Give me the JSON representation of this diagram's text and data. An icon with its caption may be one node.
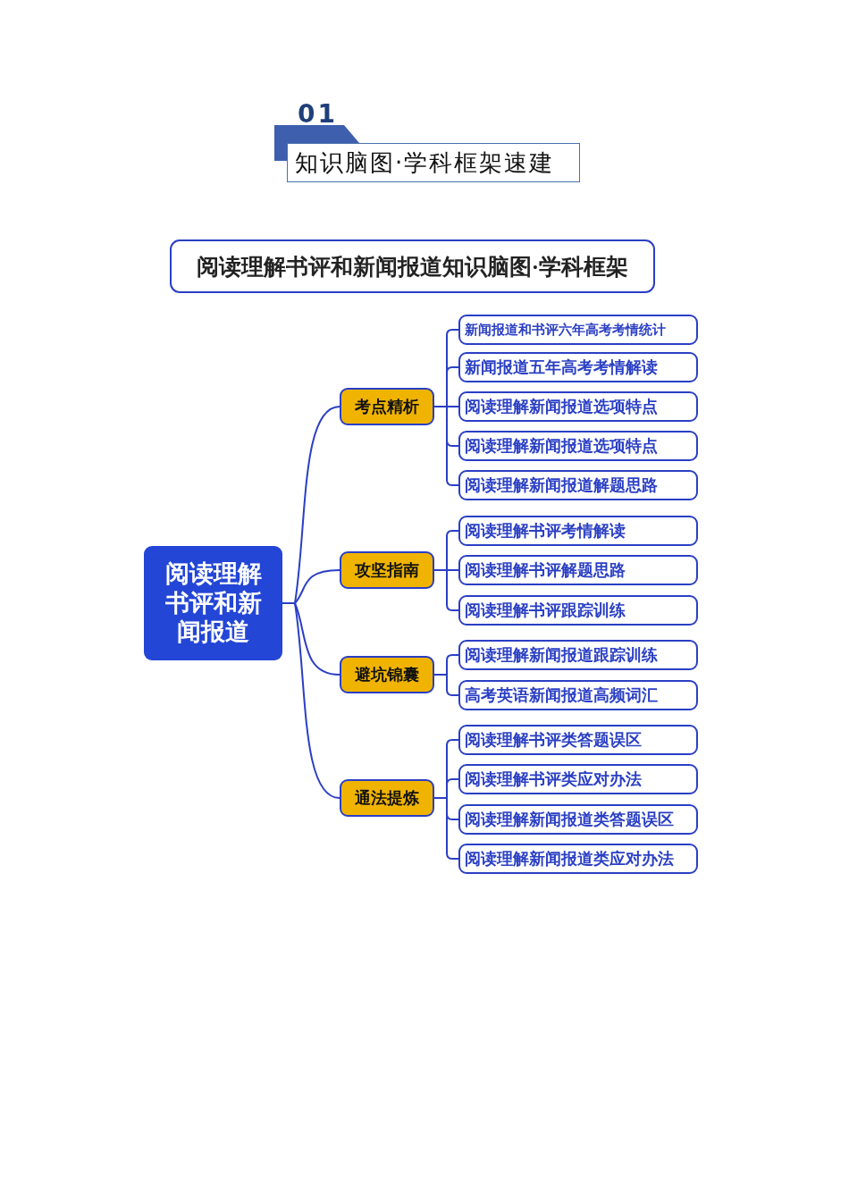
{
  "diagram": {
    "title": "阅读理解书评和新闻报道知识脑图·学科框架",
    "nodes": [
      {
        "text": [
          "阅读理解书评和新闻报道"
        ]
      },
      {
        "text": [
          "考点精析"
        ]
      },
      {
        "text": [
          "新闻报道和书评六年高考考情统计"
        ]
      },
      {
        "text": [
          "新闻报道五年高考考情解读"
        ]
      },
      {
        "text": [
          "阅读理解新闻报道选项特点"
        ]
      },
      {
        "text": [
          "阅读理解新闻报道选项特点"
        ]
      },
      {
        "text": [
          "阅读理解新闻报道解题思路"
        ]
      },
      {
        "text": [
          "攻坚指南"
        ]
      },
      {
        "text": [
          "阅读理解书评考情解读"
        ]
      },
      {
        "text": [
          "阅读理解书评解题思路"
        ]
      },
      {
        "text": [
          "阅读理解书评跟踪训练"
        ]
      },
      {
        "text": [
          "避坑锦囊"
        ]
      },
      {
        "text": [
          "阅读理解新闻报道跟踪训练"
        ]
      },
      {
        "text": [
          "高考英语新闻报道高频词汇"
        ]
      },
      {
        "text": [
          "通法提炼"
        ]
      },
      {
        "text": [
          "阅读理解书评类答题误区"
        ]
      },
      {
        "text": [
          "阅读理解书评类应对办法"
        ]
      },
      {
        "text": [
          "阅读理解新闻报道类答题误区"
        ]
      },
      {
        "text": [
          "阅读理解新闻报道类应对办法"
        ]
      }
    ],
    "edges": [
      {
        "from": 0,
        "to": 1,
        "arrow": "none"
      },
      {
        "from": 0,
        "to": 7,
        "arrow": "none"
      },
      {
        "from": 0,
        "to": 11,
        "arrow": "none"
      },
      {
        "from": 0,
        "to": 14,
        "arrow": "none"
      },
      {
        "from": 1,
        "to": 2,
        "arrow": "none"
      },
      {
        "from": 1,
        "to": 3,
        "arrow": "none"
      },
      {
        "from": 1,
        "to": 4,
        "arrow": "none"
      },
      {
        "from": 1,
        "to": 5,
        "arrow": "none"
      },
      {
        "from": 1,
        "to": 6,
        "arrow": "none"
      },
      {
        "from": 7,
        "to": 8,
        "arrow": "none"
      },
      {
        "from": 7,
        "to": 9,
        "arrow": "none"
      },
      {
        "from": 7,
        "to": 10,
        "arrow": "none"
      },
      {
        "from": 11,
        "to": 12,
        "arrow": "none"
      },
      {
        "from": 11,
        "to": 13,
        "arrow": "none"
      },
      {
        "from": 14,
        "to": 15,
        "arrow": "none"
      },
      {
        "from": 14,
        "to": 16,
        "arrow": "none"
      },
      {
        "from": 14,
        "to": 17,
        "arrow": "none"
      },
      {
        "from": 14,
        "to": 18,
        "arrow": "none"
      }
    ],
    "labels": [
      "01",
      "知识脑图·学科框架速建"
    ]
  }
}
